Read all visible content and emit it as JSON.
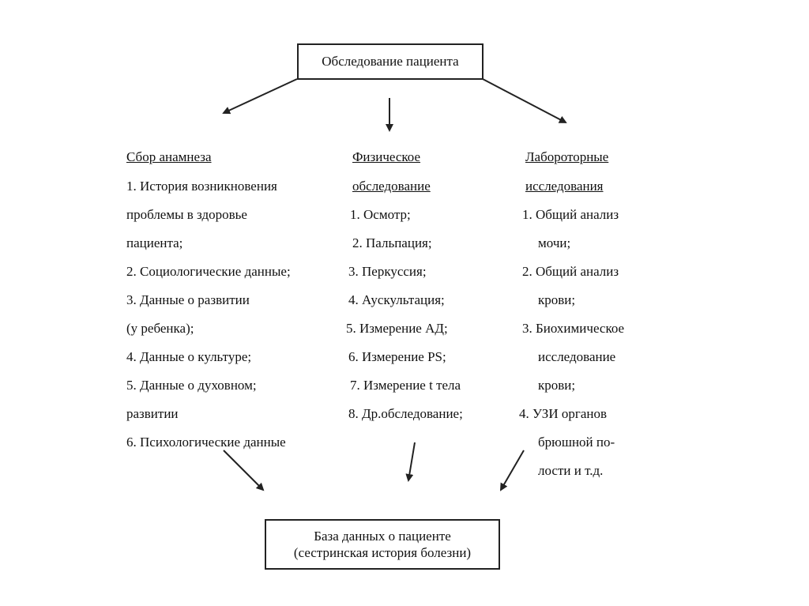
{
  "top_box": {
    "label": "Обследование пациента"
  },
  "columns": [
    {
      "heading": [
        "Сбор анамнеза"
      ],
      "items": [
        "1.  История возникновения",
        "проблемы в здоровье",
        "пациента;",
        "2. Социологические данные;",
        "3.  Данные о развитии",
        "(у ребенка);",
        "4.  Данные о культуре;",
        "5.  Данные о духовном;",
        "развитии",
        "6.  Психологические данные"
      ]
    },
    {
      "heading": [
        "Физическое",
        "обследование"
      ],
      "items": [
        "1. Осмотр;",
        "2. Пальпация;",
        "3. Перкуссия;",
        "4. Аускультация;",
        "5. Измерение АД;",
        "6. Измерение PS;",
        "7. Измерение t тела",
        "8. Др.обследование;"
      ]
    },
    {
      "heading": [
        "Лабороторные",
        "исследования"
      ],
      "items": [
        "1. Общий анализ",
        "мочи;",
        "2. Общий анализ",
        "крови;",
        "3. Биохимическое",
        "исследование",
        "крови;",
        "4. УЗИ органов",
        "брюшной по-",
        "лости и т.д."
      ]
    }
  ],
  "bottom_box": {
    "lines": [
      "База данных о пациенте",
      "(сестринская история болезни)"
    ]
  },
  "colors": {
    "line": "#222222",
    "background": "#ffffff"
  }
}
